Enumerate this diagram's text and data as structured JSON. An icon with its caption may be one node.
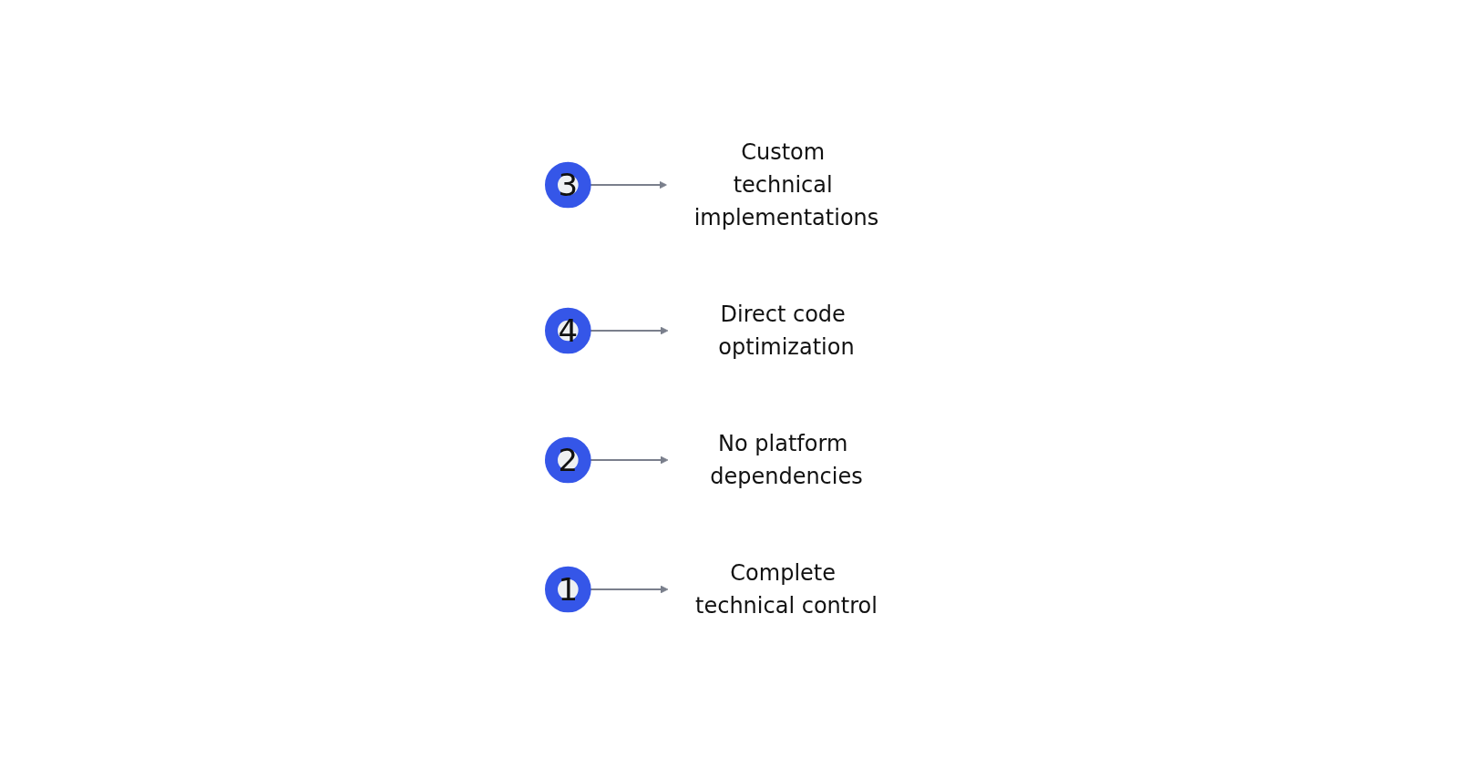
{
  "diagram": {
    "nodes": [
      {
        "text": [
          "Custom technical implementations"
        ]
      },
      {
        "text": [
          "3"
        ]
      },
      {
        "text": [
          "4"
        ]
      },
      {
        "text": [
          "Direct code optimization"
        ]
      },
      {
        "text": [
          "No platform dependencies"
        ]
      },
      {
        "text": [
          "2"
        ]
      },
      {
        "text": [
          "1"
        ]
      },
      {
        "text": [
          "Complete technical control"
        ]
      }
    ],
    "edges": [
      {
        "from": 1,
        "to": 0,
        "arrow": "to"
      },
      {
        "from": 2,
        "to": 3,
        "arrow": "to"
      },
      {
        "from": 5,
        "to": 4,
        "arrow": "to"
      },
      {
        "from": 6,
        "to": 7,
        "arrow": "to"
      }
    ]
  }
}
